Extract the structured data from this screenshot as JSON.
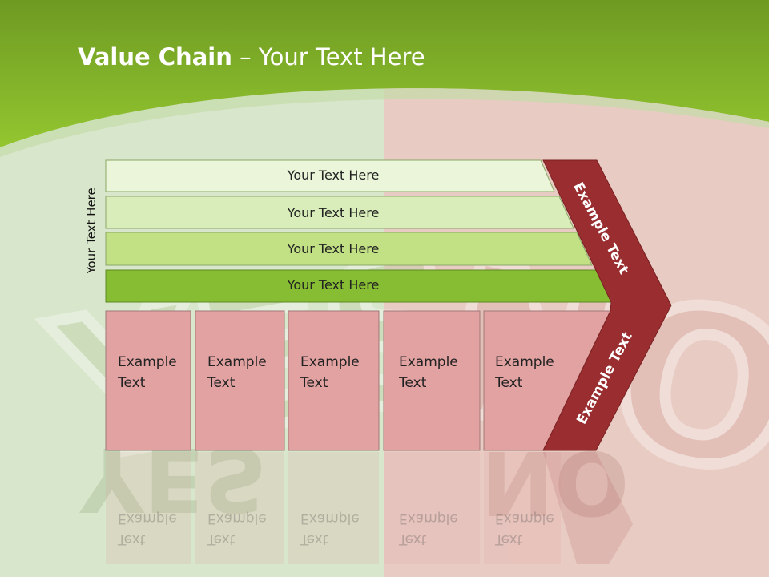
{
  "title": {
    "bold": "Value Chain",
    "rest": "– Your Text Here"
  },
  "side_label": "Your Text Here",
  "bars": [
    {
      "label": "Your Text Here"
    },
    {
      "label": "Your Text Here"
    },
    {
      "label": "Your Text Here"
    },
    {
      "label": "Your Text Here"
    }
  ],
  "boxes": [
    {
      "line1": "Example",
      "line2": "Text"
    },
    {
      "line1": "Example",
      "line2": "Text"
    },
    {
      "line1": "Example",
      "line2": "Text"
    },
    {
      "line1": "Example",
      "line2": "Text"
    },
    {
      "line1": "Example",
      "line2": "Text"
    }
  ],
  "chevron": {
    "top_label": "Example Text",
    "bottom_label": "Example Text"
  },
  "background_words": {
    "left": "YES",
    "right": "NO"
  },
  "colors": {
    "header_green": "#8cc42b",
    "left_panel": "#d8e6cb",
    "right_panel": "#e8cbc3",
    "bar_light": "#eaf5d9",
    "bar_dark": "#86bd32",
    "box_pink": "#e2a2a2",
    "chevron_red": "#992d2f"
  }
}
